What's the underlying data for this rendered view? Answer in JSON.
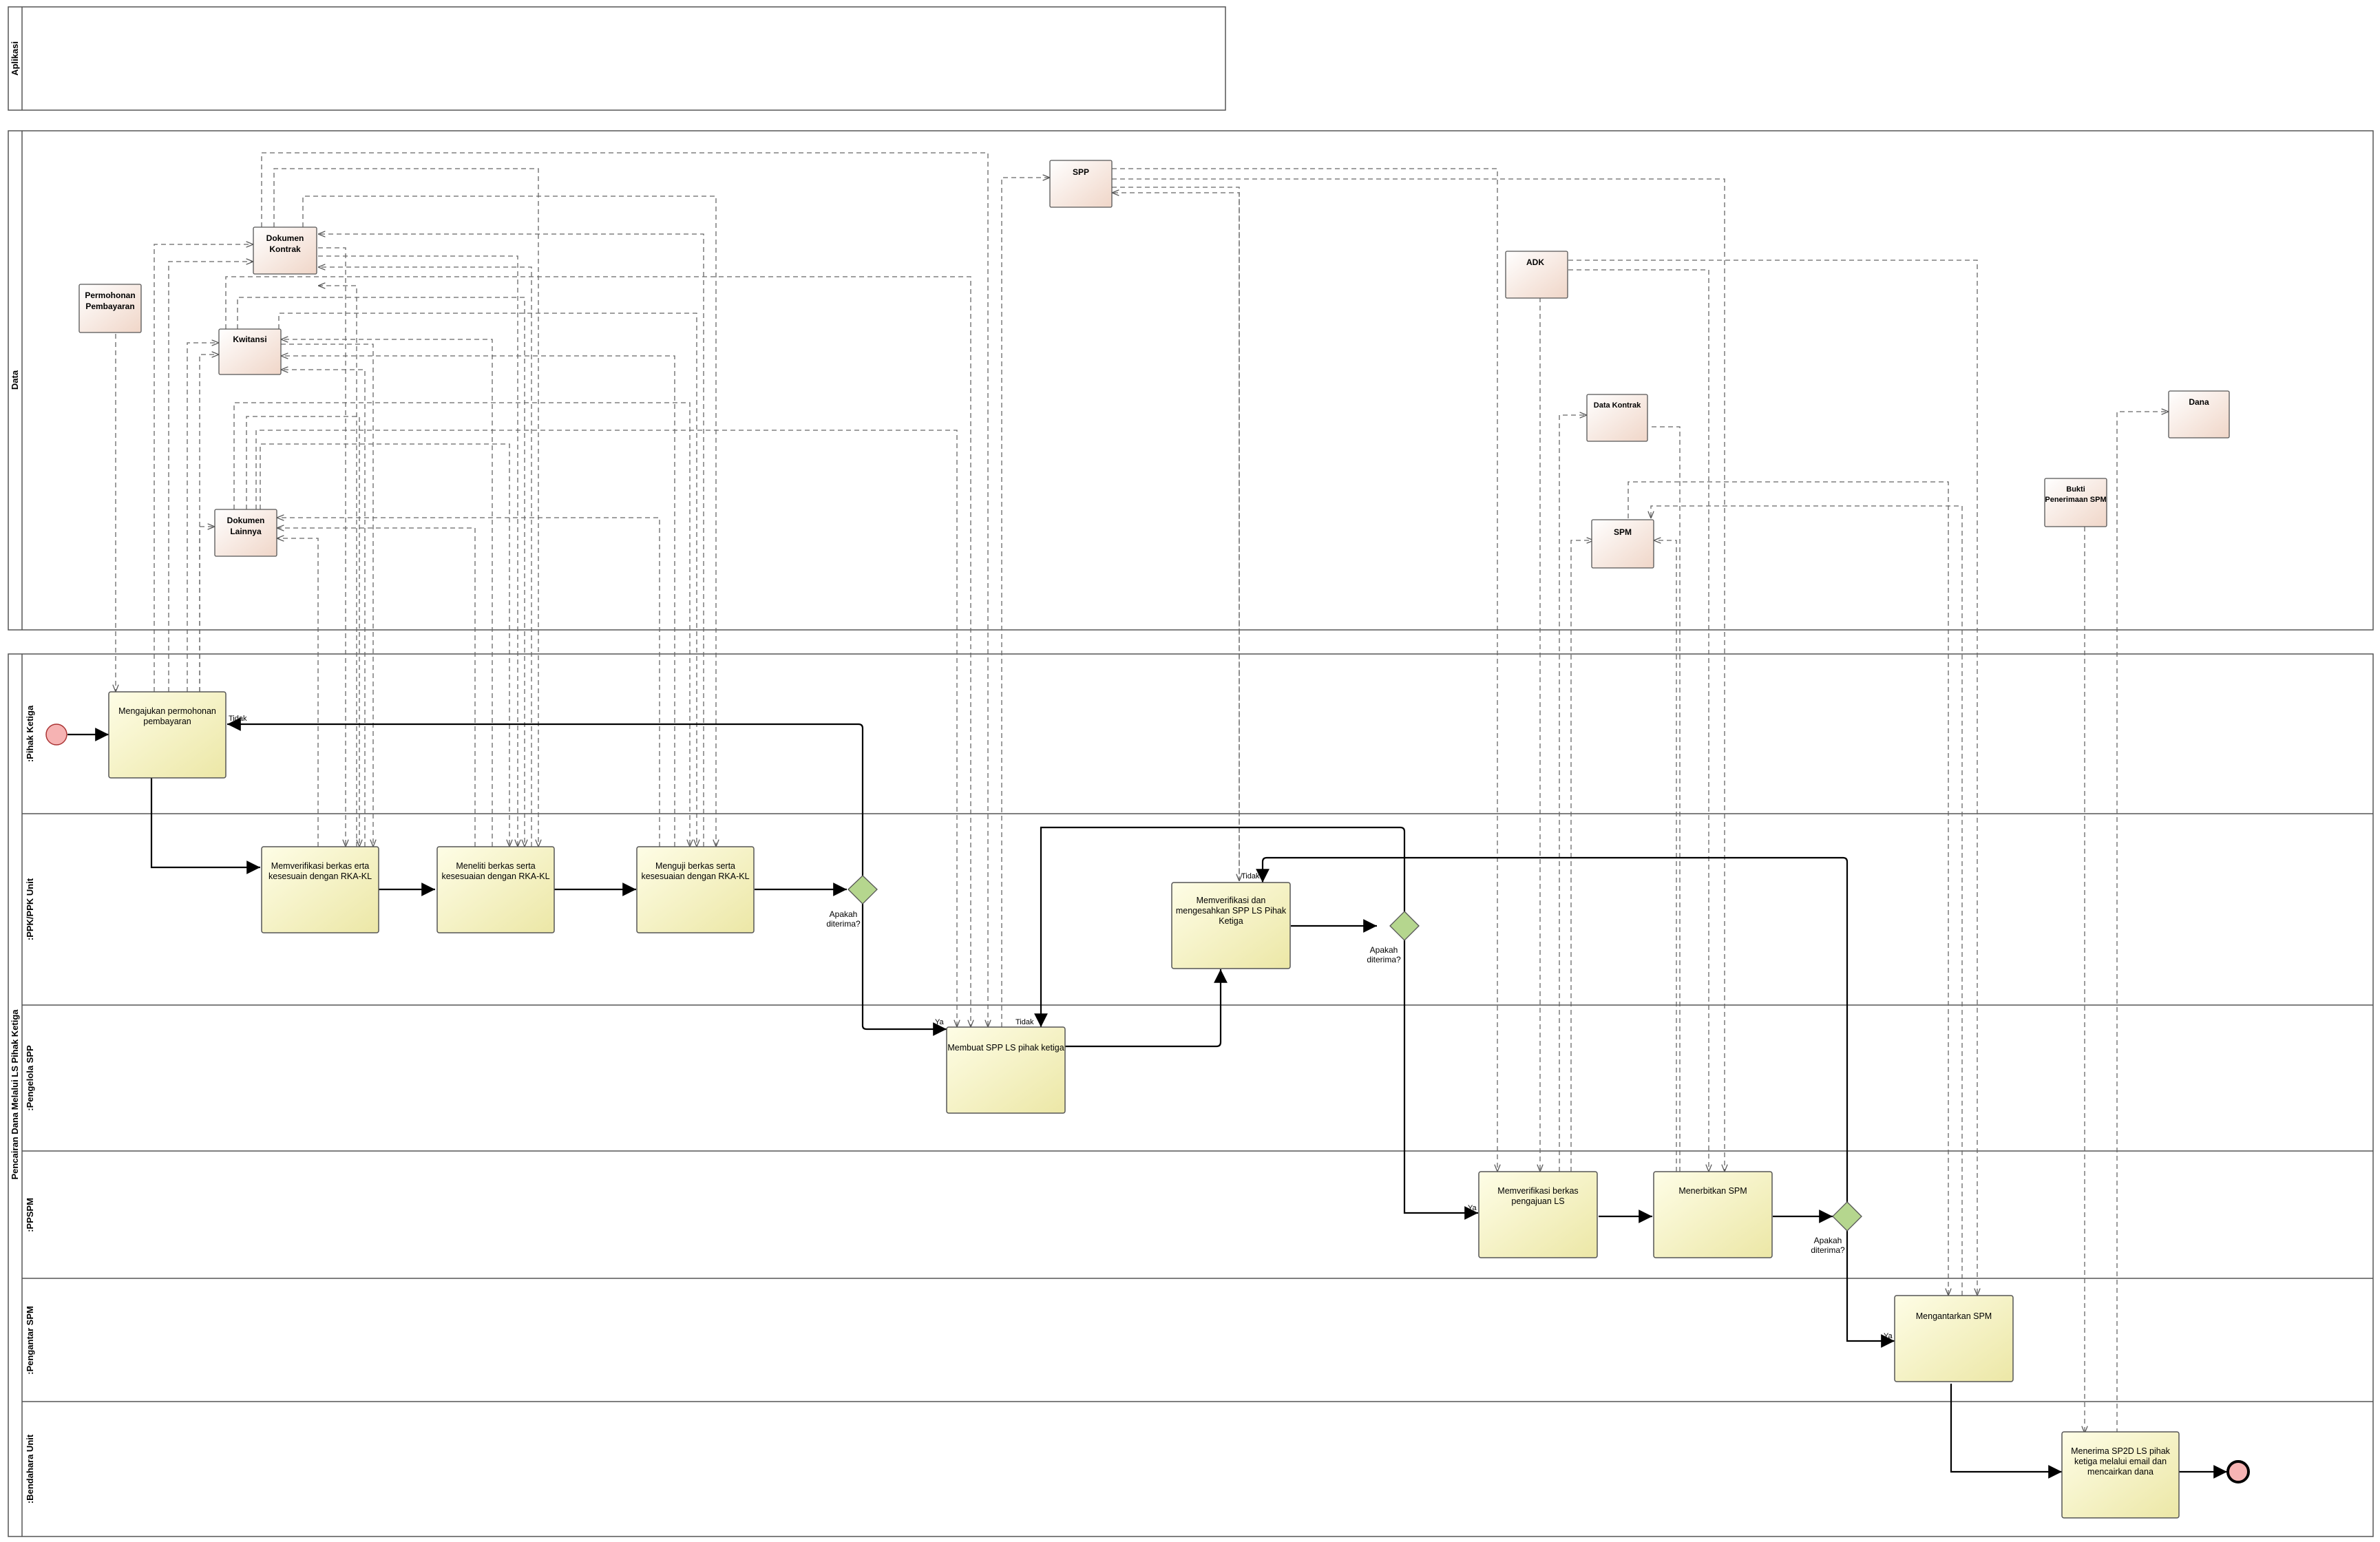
{
  "pools": {
    "aplikasi": "Aplikasi",
    "data": "Data",
    "process": "Pencairan Dana Melalui LS Pihak Ketiga"
  },
  "lanes": {
    "pihak_ketiga": ":Pihak Ketiga",
    "ppk": ":PPK/PPK Unit",
    "pengelola_spp": ":Pengelola SPP",
    "ppspm": ":PPSPM",
    "pengantar_spm": ":Pengantar SPM",
    "bendahara": ":Bendahara Unit"
  },
  "data_objects": {
    "dokumen_kontrak": [
      "Dokumen",
      "Kontrak"
    ],
    "permohonan": [
      "Permohonan",
      "Pembayaran"
    ],
    "kwitansi": [
      "Kwitansi"
    ],
    "dokumen_lainnya": [
      "Dokumen",
      "Lainnya"
    ],
    "spp": [
      "SPP"
    ],
    "adk": [
      "ADK"
    ],
    "data_kontrak": [
      "Data Kontrak"
    ],
    "dana": [
      "Dana"
    ],
    "spm": [
      "SPM"
    ],
    "bukti": [
      "Bukti",
      "Penerimaan SPM"
    ]
  },
  "tasks": {
    "t1": [
      "Mengajukan permohonan",
      "pembayaran"
    ],
    "t2": [
      "Memverifikasi berkas erta",
      "kesesuain dengan RKA-KL"
    ],
    "t3": [
      "Meneliti berkas serta",
      "kesesuaian dengan RKA-KL"
    ],
    "t4": [
      "Menguji berkas serta",
      "kesesuaian dengan RKA-KL"
    ],
    "t5": [
      "Memverifikasi dan",
      "mengesahkan SPP LS Pihak",
      "Ketiga"
    ],
    "t6": [
      "Membuat SPP LS pihak ketiga"
    ],
    "t7": [
      "Memverifikasi berkas",
      "pengajuan LS"
    ],
    "t8": [
      "Menerbitkan SPM"
    ],
    "t9": [
      "Mengantarkan SPM"
    ],
    "t10": [
      "Menerima SP2D LS pihak",
      "ketiga melalui email dan",
      "mencairkan dana"
    ]
  },
  "gateways": {
    "g1": [
      "Apakah",
      "diterima?"
    ],
    "g2": [
      "Apakah",
      "diterima?"
    ],
    "g3": [
      "Apakah",
      "diterima?"
    ]
  },
  "flow_labels": {
    "tidak": "Tidak",
    "ya": "Ya"
  }
}
